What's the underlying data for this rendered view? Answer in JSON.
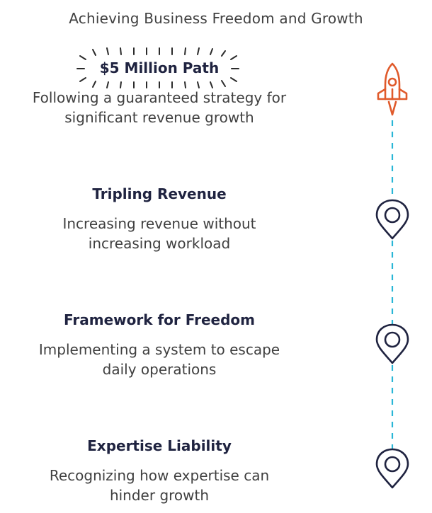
{
  "title": "Achieving Business Freedom and Growth",
  "colors": {
    "accent_orange": "#e05a2b",
    "pin_navy": "#1f2340",
    "dash_cyan": "#29b6d6",
    "text": "#404040"
  },
  "milestones": [
    {
      "title": "$5 Million Path",
      "line1": "Following a guaranteed strategy for",
      "line2": "significant revenue growth",
      "icon": "rocket-icon"
    },
    {
      "title": "Tripling Revenue",
      "line1": "Increasing revenue without",
      "line2": "increasing workload",
      "icon": "location-pin-icon"
    },
    {
      "title": "Framework for Freedom",
      "line1": "Implementing a system to escape",
      "line2": "daily operations",
      "icon": "location-pin-icon"
    },
    {
      "title": "Expertise Liability",
      "line1": "Recognizing how expertise can",
      "line2": "hinder growth",
      "icon": "location-pin-icon"
    }
  ]
}
